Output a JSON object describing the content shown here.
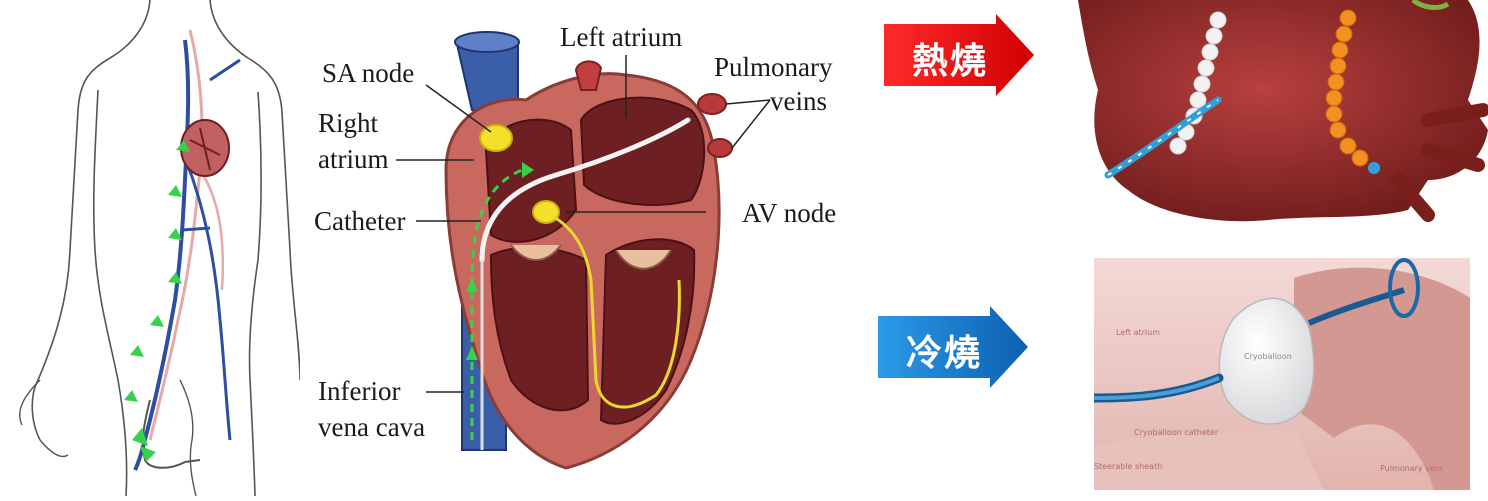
{
  "heart_labels": {
    "sa_node": "SA node",
    "left_atrium": "Left atrium",
    "pulmonary_veins_line1": "Pulmonary",
    "pulmonary_veins_line2": "veins",
    "right_atrium_line1": "Right",
    "right_atrium_line2": "atrium",
    "catheter": "Catheter",
    "av_node": "AV node",
    "ivc_line1": "Inferior",
    "ivc_line2": "vena cava"
  },
  "ablation_types": {
    "radiofrequency": {
      "label": "熱燒",
      "color": "#e8141e"
    },
    "cryo": {
      "label": "冷燒",
      "color": "#1478c8"
    }
  },
  "cryo_illustration_labels": {
    "left_atrium": "Left atrium",
    "balloon": "Cryoballoon",
    "catheter": "Cryoballoon catheter",
    "sheath": "Steerable sheath",
    "vein": "Pulmonary vein"
  },
  "colors": {
    "heart_muscle": "#c9685e",
    "chamber_dark": "#6e1f22",
    "vena_cava": "#3a5fa8",
    "node_yellow": "#f2e02a",
    "guide_green": "#39d14a",
    "atrium_3d": "#8f2a25"
  },
  "icons": [
    "human-body-outline",
    "heart-cross-section",
    "red-arrow",
    "blue-arrow",
    "3d-atrium-map",
    "cryoballoon-illustration"
  ]
}
